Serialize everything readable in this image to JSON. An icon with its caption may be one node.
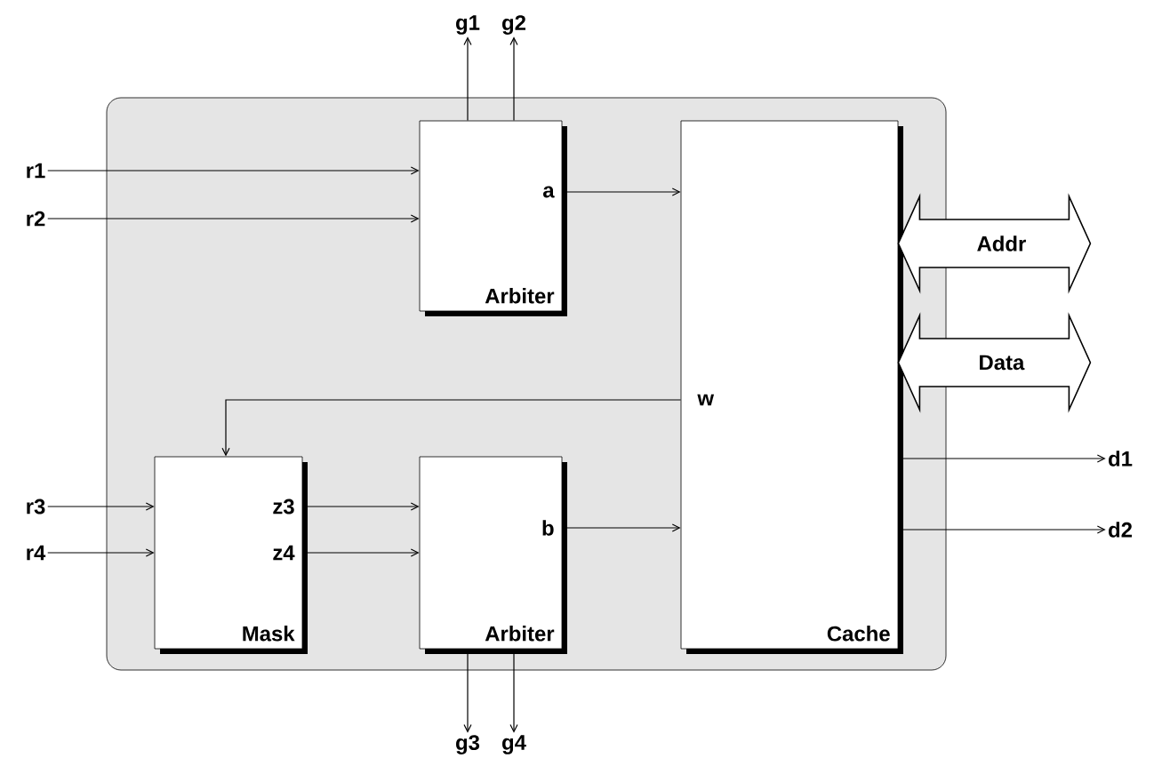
{
  "diagram": {
    "nodes": [
      {
        "text": [],
        "shape": "box"
      },
      {
        "text": [
          "g1"
        ]
      },
      {
        "text": [
          "g2"
        ]
      },
      {
        "text": [
          "r1"
        ]
      },
      {
        "text": [
          "r2"
        ]
      },
      {
        "text": [
          "a",
          "Arbiter"
        ],
        "in": 0
      },
      {
        "text": [
          "w",
          "Cache"
        ],
        "in": 0
      },
      {
        "text": [
          "z3",
          "z4",
          "Mask"
        ],
        "in": 0
      },
      {
        "text": [
          "b",
          "Arbiter"
        ],
        "in": 0
      },
      {
        "text": [
          "r3"
        ]
      },
      {
        "text": [
          "r4"
        ]
      },
      {
        "text": [
          "d1"
        ]
      },
      {
        "text": [
          "d2"
        ]
      },
      {
        "text": [
          "g3"
        ]
      },
      {
        "text": [
          "g4"
        ]
      }
    ],
    "edges": [
      {
        "from": 3,
        "to": 5,
        "arrow": "to"
      },
      {
        "from": 4,
        "to": 5,
        "arrow": "to"
      },
      {
        "from": 5,
        "to": 1,
        "arrow": "to"
      },
      {
        "from": 5,
        "to": 2,
        "arrow": "to"
      },
      {
        "from": 5,
        "to": 6,
        "arrow": "to"
      },
      {
        "from": 6,
        "to": null,
        "arrow": "both",
        "label": "Addr",
        "style": "thick"
      },
      {
        "from": 6,
        "to": null,
        "arrow": "both",
        "label": "Data",
        "style": "thick"
      },
      {
        "from": 6,
        "to": 7,
        "arrow": "to"
      },
      {
        "from": 9,
        "to": 7,
        "arrow": "to"
      },
      {
        "from": 10,
        "to": 7,
        "arrow": "to"
      },
      {
        "from": 7,
        "to": 8,
        "arrow": "to"
      },
      {
        "from": 7,
        "to": 8,
        "arrow": "to"
      },
      {
        "from": 8,
        "to": 6,
        "arrow": "to"
      },
      {
        "from": 6,
        "to": 11,
        "arrow": "to"
      },
      {
        "from": 6,
        "to": 12,
        "arrow": "to"
      },
      {
        "from": 8,
        "to": 13,
        "arrow": "to"
      },
      {
        "from": 8,
        "to": 14,
        "arrow": "to"
      }
    ]
  }
}
